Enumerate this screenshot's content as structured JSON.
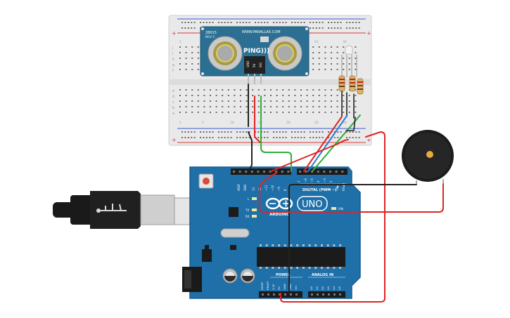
{
  "colors": {
    "breadboard": "#e9e9e9",
    "breadboard_edge": "#cfcfcf",
    "rail_red": "#d93b3b",
    "rail_blue": "#3b5bd9",
    "arduino": "#1f6fa8",
    "arduino_edge": "#185d8f",
    "sensor_pcb": "#2b6f93",
    "wire_red": "#e02424",
    "wire_black": "#222222",
    "wire_green": "#2fae3a",
    "wire_blue": "#2a7fd4"
  },
  "breadboard": {
    "col_numbers": [
      "1",
      "5",
      "10",
      "15",
      "20",
      "25",
      "30"
    ],
    "row_letters_top": [
      "j",
      "i",
      "h",
      "g",
      "f"
    ],
    "row_letters_bottom": [
      "e",
      "d",
      "c",
      "b",
      "a"
    ]
  },
  "sensor": {
    "model": "28015",
    "rev": "REV C",
    "url": "WWW.PARALLAX.COM",
    "name": "PING)))",
    "pins": [
      "GND",
      "5V",
      "SIG"
    ]
  },
  "arduino": {
    "top_pins": [
      "AREF",
      "GND",
      "13",
      "12",
      "~11",
      "~10",
      "~9",
      "8",
      "7",
      "~6",
      "~5",
      "4",
      "~3",
      "2",
      "TX▶1",
      "RX◀0"
    ],
    "digital_label": "DIGITAL (PWM ~)",
    "brand": "ARDUINO",
    "model": "UNO",
    "on_label": "ON",
    "led_l": "L",
    "led_tx": "TX",
    "led_rx": "RX",
    "power_label": "POWER",
    "analog_label": "ANALOG IN",
    "power_pins": [
      "IOREF",
      "RESET",
      "3.3V",
      "5V",
      "GND",
      "GND",
      "Vin"
    ],
    "analog_pins": [
      "A0",
      "A1",
      "A2",
      "A3",
      "A4",
      "A5"
    ]
  }
}
